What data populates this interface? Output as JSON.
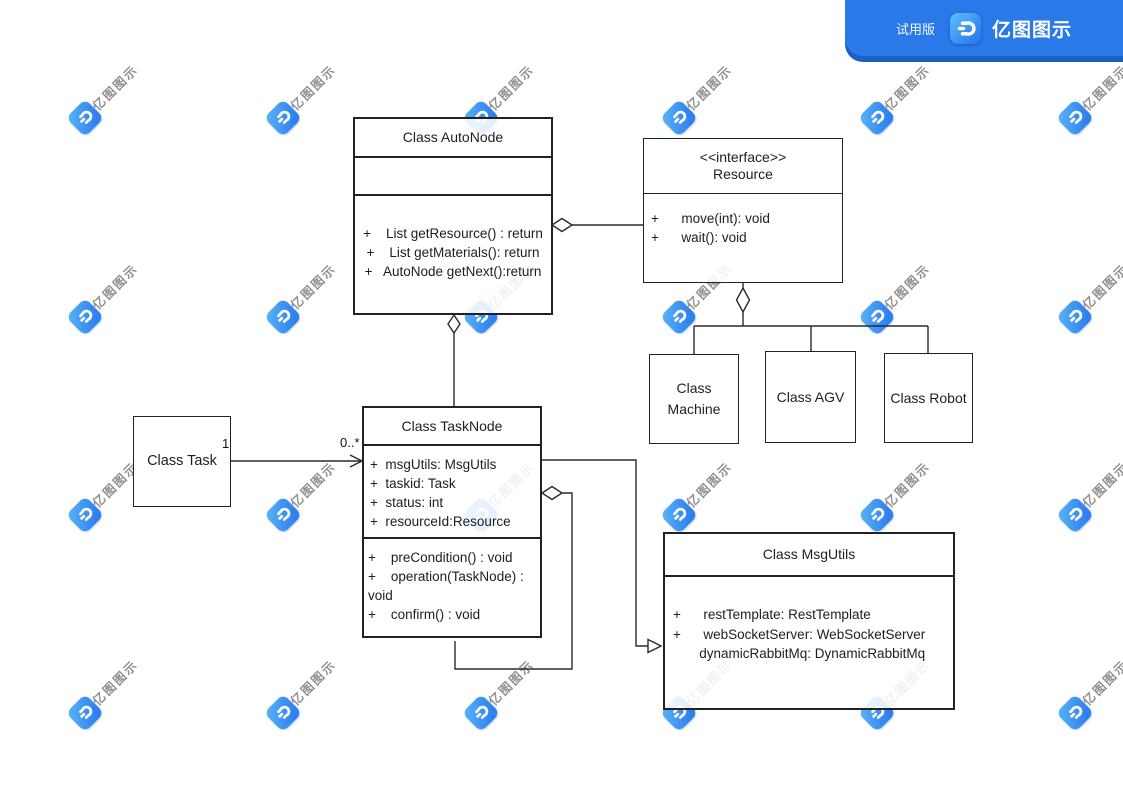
{
  "header": {
    "trial_label": "试用版",
    "brand": "亿图图示"
  },
  "watermark": {
    "text": "亿图图示"
  },
  "colors": {
    "header_blue": "#2a79e8",
    "header_shadow_blue": "#1d5ec6",
    "logo_gradient_start": "#5ab6f8",
    "logo_gradient_end": "#2f80ee",
    "watermark_text_gray": "#7d7d7d",
    "line_color": "#2b2b2b"
  },
  "diagram": {
    "autonode": {
      "title": "Class AutoNode",
      "methods": [
        "+    List getResource() : return",
        "+    List getMaterials(): return",
        "+   AutoNode getNext():return"
      ]
    },
    "resource": {
      "stereotype": "<<interface>>",
      "name": "Resource",
      "methods": [
        "+      move(int): void",
        "+      wait(): void"
      ]
    },
    "machine": {
      "title": "Class Machine"
    },
    "agv": {
      "title": "Class AGV"
    },
    "robot": {
      "title": "Class Robot"
    },
    "task": {
      "title": "Class Task"
    },
    "tasknode": {
      "title": "Class TaskNode",
      "attributes": [
        "+  msgUtils: MsgUtils",
        "+  taskid: Task",
        "+  status: int",
        "+  resourceId:Resource"
      ],
      "methods": [
        "+    preCondition() : void",
        "+    operation(TaskNode) :",
        "void",
        "+    confirm() : void"
      ]
    },
    "msgutils": {
      "title": "Class MsgUtils",
      "attributes": [
        "+      restTemplate: RestTemplate",
        "+      webSocketServer: WebSocketServer",
        "       dynamicRabbitMq: DynamicRabbitMq"
      ]
    },
    "labels": {
      "task_multiplicity": "1",
      "tasknode_multiplicity": "0..*"
    }
  }
}
